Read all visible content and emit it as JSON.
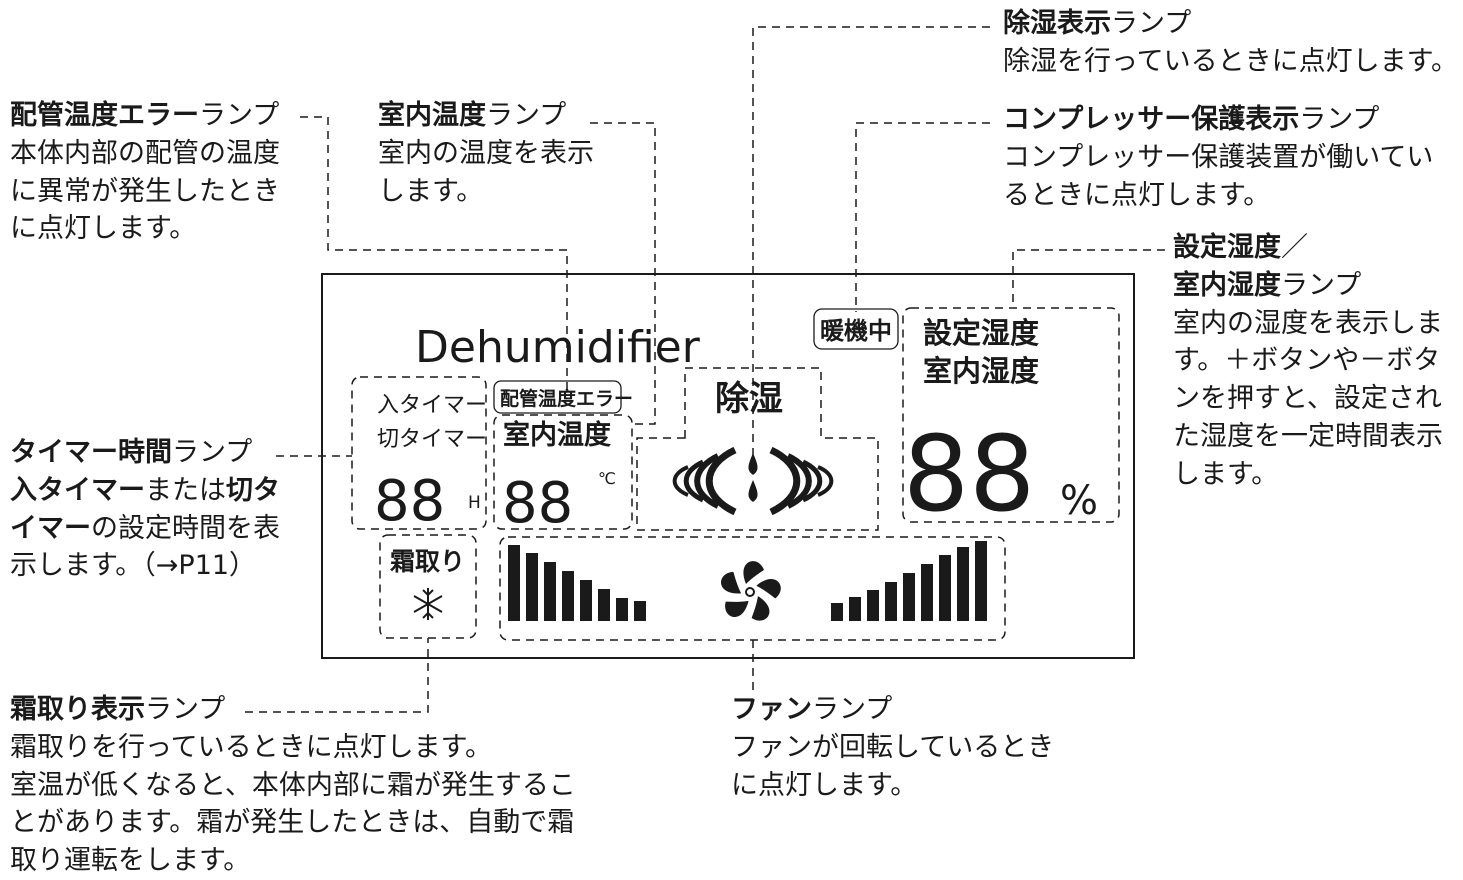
{
  "annotations": {
    "pipe_error": {
      "title": "配管温度エラー",
      "suffix": "ランプ",
      "body": [
        "本体内部の配管の温度",
        "に異常が発生したとき",
        "に点灯します。"
      ]
    },
    "room_temp": {
      "title": "室内温度",
      "suffix": "ランプ",
      "body": [
        "室内の温度を表示",
        "します。"
      ]
    },
    "dehumid": {
      "title": "除湿表示",
      "suffix": "ランプ",
      "body": [
        "除湿を行っているときに点灯します。"
      ]
    },
    "compressor": {
      "title": "コンプレッサー保護表示",
      "suffix": "ランプ",
      "body": [
        "コンプレッサー保護装置が働いてい",
        "るときに点灯します。"
      ]
    },
    "humidity": {
      "title1": "設定湿度",
      "sep": "／",
      "title2": "室内湿度",
      "suffix": "ランプ",
      "body": [
        "室内の湿度を表示しま",
        "す。＋ボタンや－ボタ",
        "ンを押すと、設定され",
        "た湿度を一定時間表示",
        "します。"
      ]
    },
    "timer": {
      "title": "タイマー時間",
      "suffix": "ランプ",
      "l2_b1": "入タイマー",
      "l2_t1": "または",
      "l2_b2": "切タ",
      "l3_b": "イマー",
      "l3_t": "の設定時間を表",
      "l4": "示します。（→P11）"
    },
    "defrost": {
      "title": "霜取り表示",
      "suffix": "ランプ",
      "body": [
        "霜取りを行っているときに点灯します。",
        "室温が低くなると、本体内部に霜が発生するこ",
        "とがあります。霜が発生したときは、自動で霜",
        "取り運転をします。"
      ]
    },
    "fan": {
      "title": "ファン",
      "suffix": "ランプ",
      "body": [
        "ファンが回転しているとき",
        "に点灯します。"
      ]
    }
  },
  "panel": {
    "brand": "Dehumidifier",
    "timer_on": "入タイマー",
    "timer_off": "切タイマー",
    "timer_digits": "88",
    "timer_unit": "H",
    "pipe_error_label": "配管温度エラー",
    "room_temp_label": "室内温度",
    "temp_digits": "88",
    "temp_unit": "℃",
    "dehumid_label": "除湿",
    "warming_label": "暖機中",
    "set_humidity_label": "設定湿度",
    "room_humidity_label": "室内湿度",
    "humidity_digits": "88",
    "humidity_unit": "%",
    "defrost_label": "霜取り",
    "snowflake": "snowflake-icon",
    "fan_icon": "fan-icon"
  }
}
